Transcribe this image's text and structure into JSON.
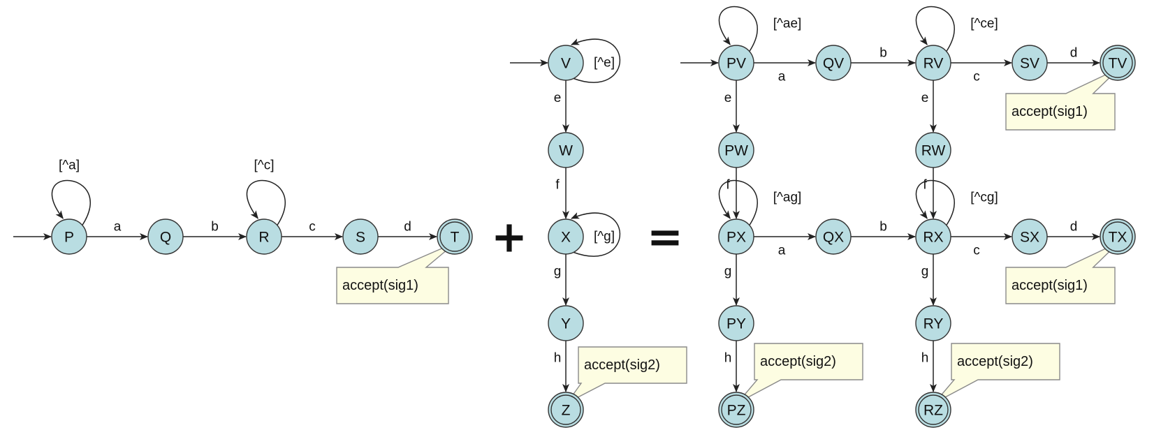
{
  "nodes": [
    {
      "id": "P",
      "label": "P",
      "accept": false
    },
    {
      "id": "Q",
      "label": "Q",
      "accept": false
    },
    {
      "id": "R",
      "label": "R",
      "accept": false
    },
    {
      "id": "S",
      "label": "S",
      "accept": false
    },
    {
      "id": "T",
      "label": "T",
      "accept": true
    },
    {
      "id": "V",
      "label": "V",
      "accept": false
    },
    {
      "id": "W",
      "label": "W",
      "accept": false
    },
    {
      "id": "X",
      "label": "X",
      "accept": false
    },
    {
      "id": "Y",
      "label": "Y",
      "accept": false
    },
    {
      "id": "Z",
      "label": "Z",
      "accept": true
    },
    {
      "id": "PV",
      "label": "PV",
      "accept": false
    },
    {
      "id": "QV",
      "label": "QV",
      "accept": false
    },
    {
      "id": "RV",
      "label": "RV",
      "accept": false
    },
    {
      "id": "SV",
      "label": "SV",
      "accept": false
    },
    {
      "id": "TV",
      "label": "TV",
      "accept": true
    },
    {
      "id": "PW",
      "label": "PW",
      "accept": false
    },
    {
      "id": "RW",
      "label": "RW",
      "accept": false
    },
    {
      "id": "PX",
      "label": "PX",
      "accept": false
    },
    {
      "id": "QX",
      "label": "QX",
      "accept": false
    },
    {
      "id": "RX",
      "label": "RX",
      "accept": false
    },
    {
      "id": "SX",
      "label": "SX",
      "accept": false
    },
    {
      "id": "TX",
      "label": "TX",
      "accept": true
    },
    {
      "id": "PY",
      "label": "PY",
      "accept": false
    },
    {
      "id": "RY",
      "label": "RY",
      "accept": false
    },
    {
      "id": "PZ",
      "label": "PZ",
      "accept": true
    },
    {
      "id": "RZ",
      "label": "RZ",
      "accept": true
    }
  ],
  "edges": [
    {
      "from": "P",
      "to": "Q",
      "label": "a"
    },
    {
      "from": "Q",
      "to": "R",
      "label": "b"
    },
    {
      "from": "R",
      "to": "S",
      "label": "c"
    },
    {
      "from": "S",
      "to": "T",
      "label": "d"
    },
    {
      "from": "V",
      "to": "W",
      "label": "e"
    },
    {
      "from": "W",
      "to": "X",
      "label": "f"
    },
    {
      "from": "X",
      "to": "Y",
      "label": "g"
    },
    {
      "from": "Y",
      "to": "Z",
      "label": "h"
    },
    {
      "from": "PV",
      "to": "QV",
      "label": "a"
    },
    {
      "from": "QV",
      "to": "RV",
      "label": "b"
    },
    {
      "from": "RV",
      "to": "SV",
      "label": "c"
    },
    {
      "from": "SV",
      "to": "TV",
      "label": "d"
    },
    {
      "from": "PV",
      "to": "PW",
      "label": "e"
    },
    {
      "from": "RV",
      "to": "RW",
      "label": "e"
    },
    {
      "from": "PW",
      "to": "PX",
      "label": "f"
    },
    {
      "from": "RW",
      "to": "RX",
      "label": "f"
    },
    {
      "from": "PX",
      "to": "QX",
      "label": "a"
    },
    {
      "from": "QX",
      "to": "RX",
      "label": "b"
    },
    {
      "from": "RX",
      "to": "SX",
      "label": "c"
    },
    {
      "from": "SX",
      "to": "TX",
      "label": "d"
    },
    {
      "from": "PX",
      "to": "PY",
      "label": "g"
    },
    {
      "from": "RX",
      "to": "RY",
      "label": "g"
    },
    {
      "from": "PY",
      "to": "PZ",
      "label": "h"
    },
    {
      "from": "RY",
      "to": "RZ",
      "label": "h"
    }
  ],
  "loops": [
    {
      "node": "P",
      "label": "[^a]"
    },
    {
      "node": "R",
      "label": "[^c]"
    },
    {
      "node": "V",
      "label": "[^e]"
    },
    {
      "node": "X",
      "label": "[^g]"
    },
    {
      "node": "PV",
      "label": "[^ae]"
    },
    {
      "node": "RV",
      "label": "[^ce]"
    },
    {
      "node": "PX",
      "label": "[^ag]"
    },
    {
      "node": "RX",
      "label": "[^cg]"
    }
  ],
  "starts": [
    "P",
    "V",
    "PV"
  ],
  "notes": [
    {
      "node": "T",
      "text": "accept(sig1)"
    },
    {
      "node": "Z",
      "text": "accept(sig2)"
    },
    {
      "node": "TV",
      "text": "accept(sig1)"
    },
    {
      "node": "TX",
      "text": "accept(sig1)"
    },
    {
      "node": "PZ",
      "text": "accept(sig2)"
    },
    {
      "node": "RZ",
      "text": "accept(sig2)"
    }
  ],
  "operators": [
    "+",
    "="
  ],
  "colors": {
    "state_fill": "#b9dde2",
    "note_fill": "#fdfde2",
    "stroke": "#333333"
  }
}
